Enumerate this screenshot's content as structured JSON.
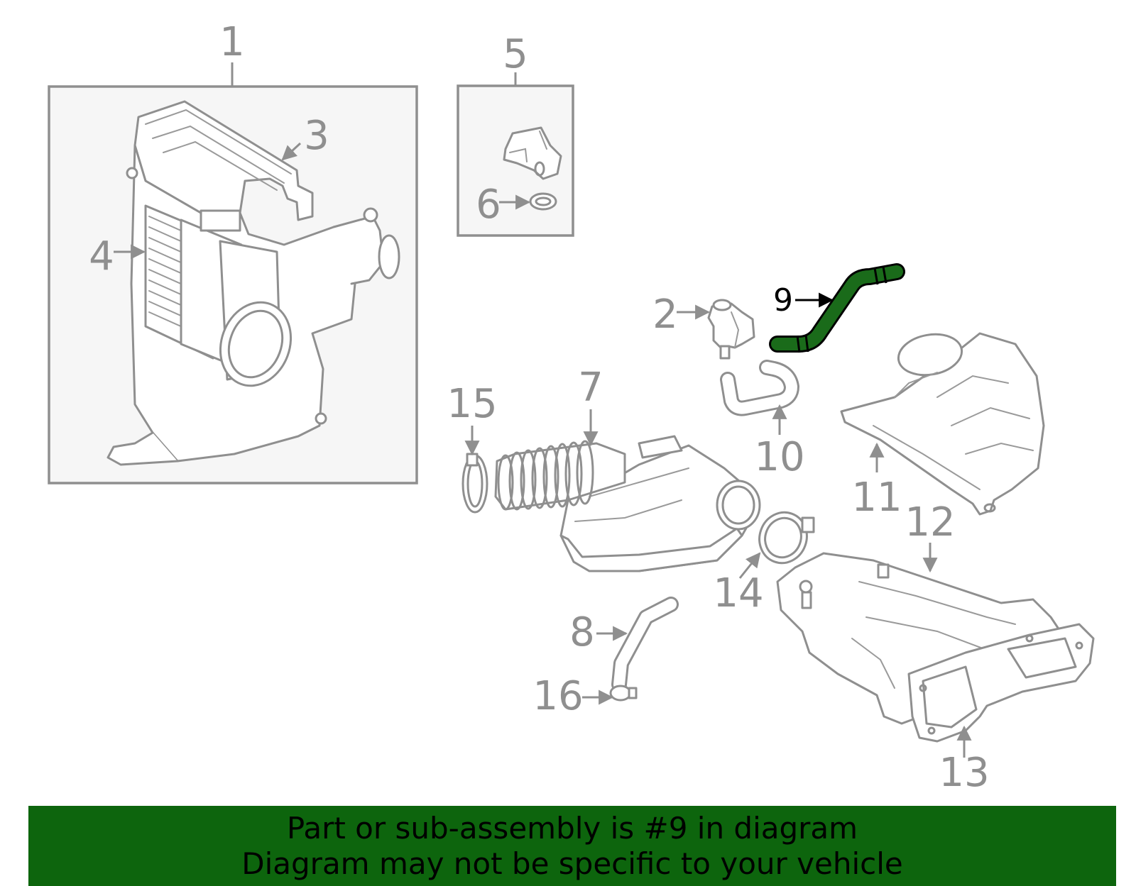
{
  "colors": {
    "highlight": "#1a6b1a",
    "banner_background": "#0d650d",
    "part_line": "#8f8f8f",
    "assembly_box_fill": "#f6f6f6"
  },
  "callouts": {
    "p1": "1",
    "p2": "2",
    "p3": "3",
    "p4": "4",
    "p5": "5",
    "p6": "6",
    "p7": "7",
    "p8": "8",
    "p9": "9",
    "p10": "10",
    "p11": "11",
    "p12": "12",
    "p13": "13",
    "p14": "14",
    "p15": "15",
    "p16": "16"
  },
  "highlighted_part": "9",
  "banner": {
    "line1": "Part or sub-assembly is #9 in diagram",
    "line2": "Diagram may not be specific to your vehicle"
  }
}
